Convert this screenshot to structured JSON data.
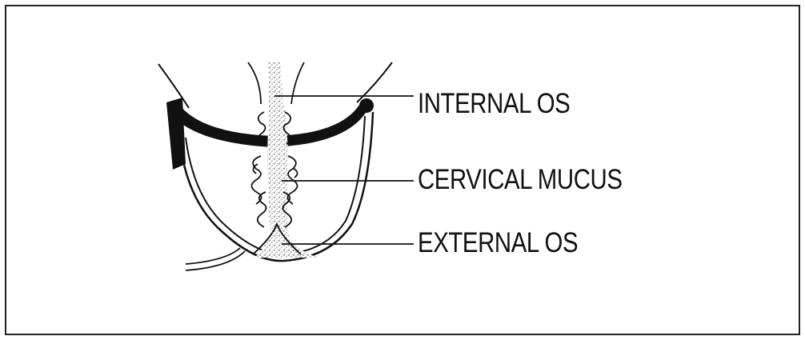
{
  "diagram": {
    "labels": {
      "internal_os": "INTERNAL OS",
      "cervical_mucus": "CERVICAL MUCUS",
      "external_os": "EXTERNAL OS"
    },
    "colors": {
      "ink": "#111111",
      "background": "#ffffff",
      "frame": "#222222"
    }
  }
}
